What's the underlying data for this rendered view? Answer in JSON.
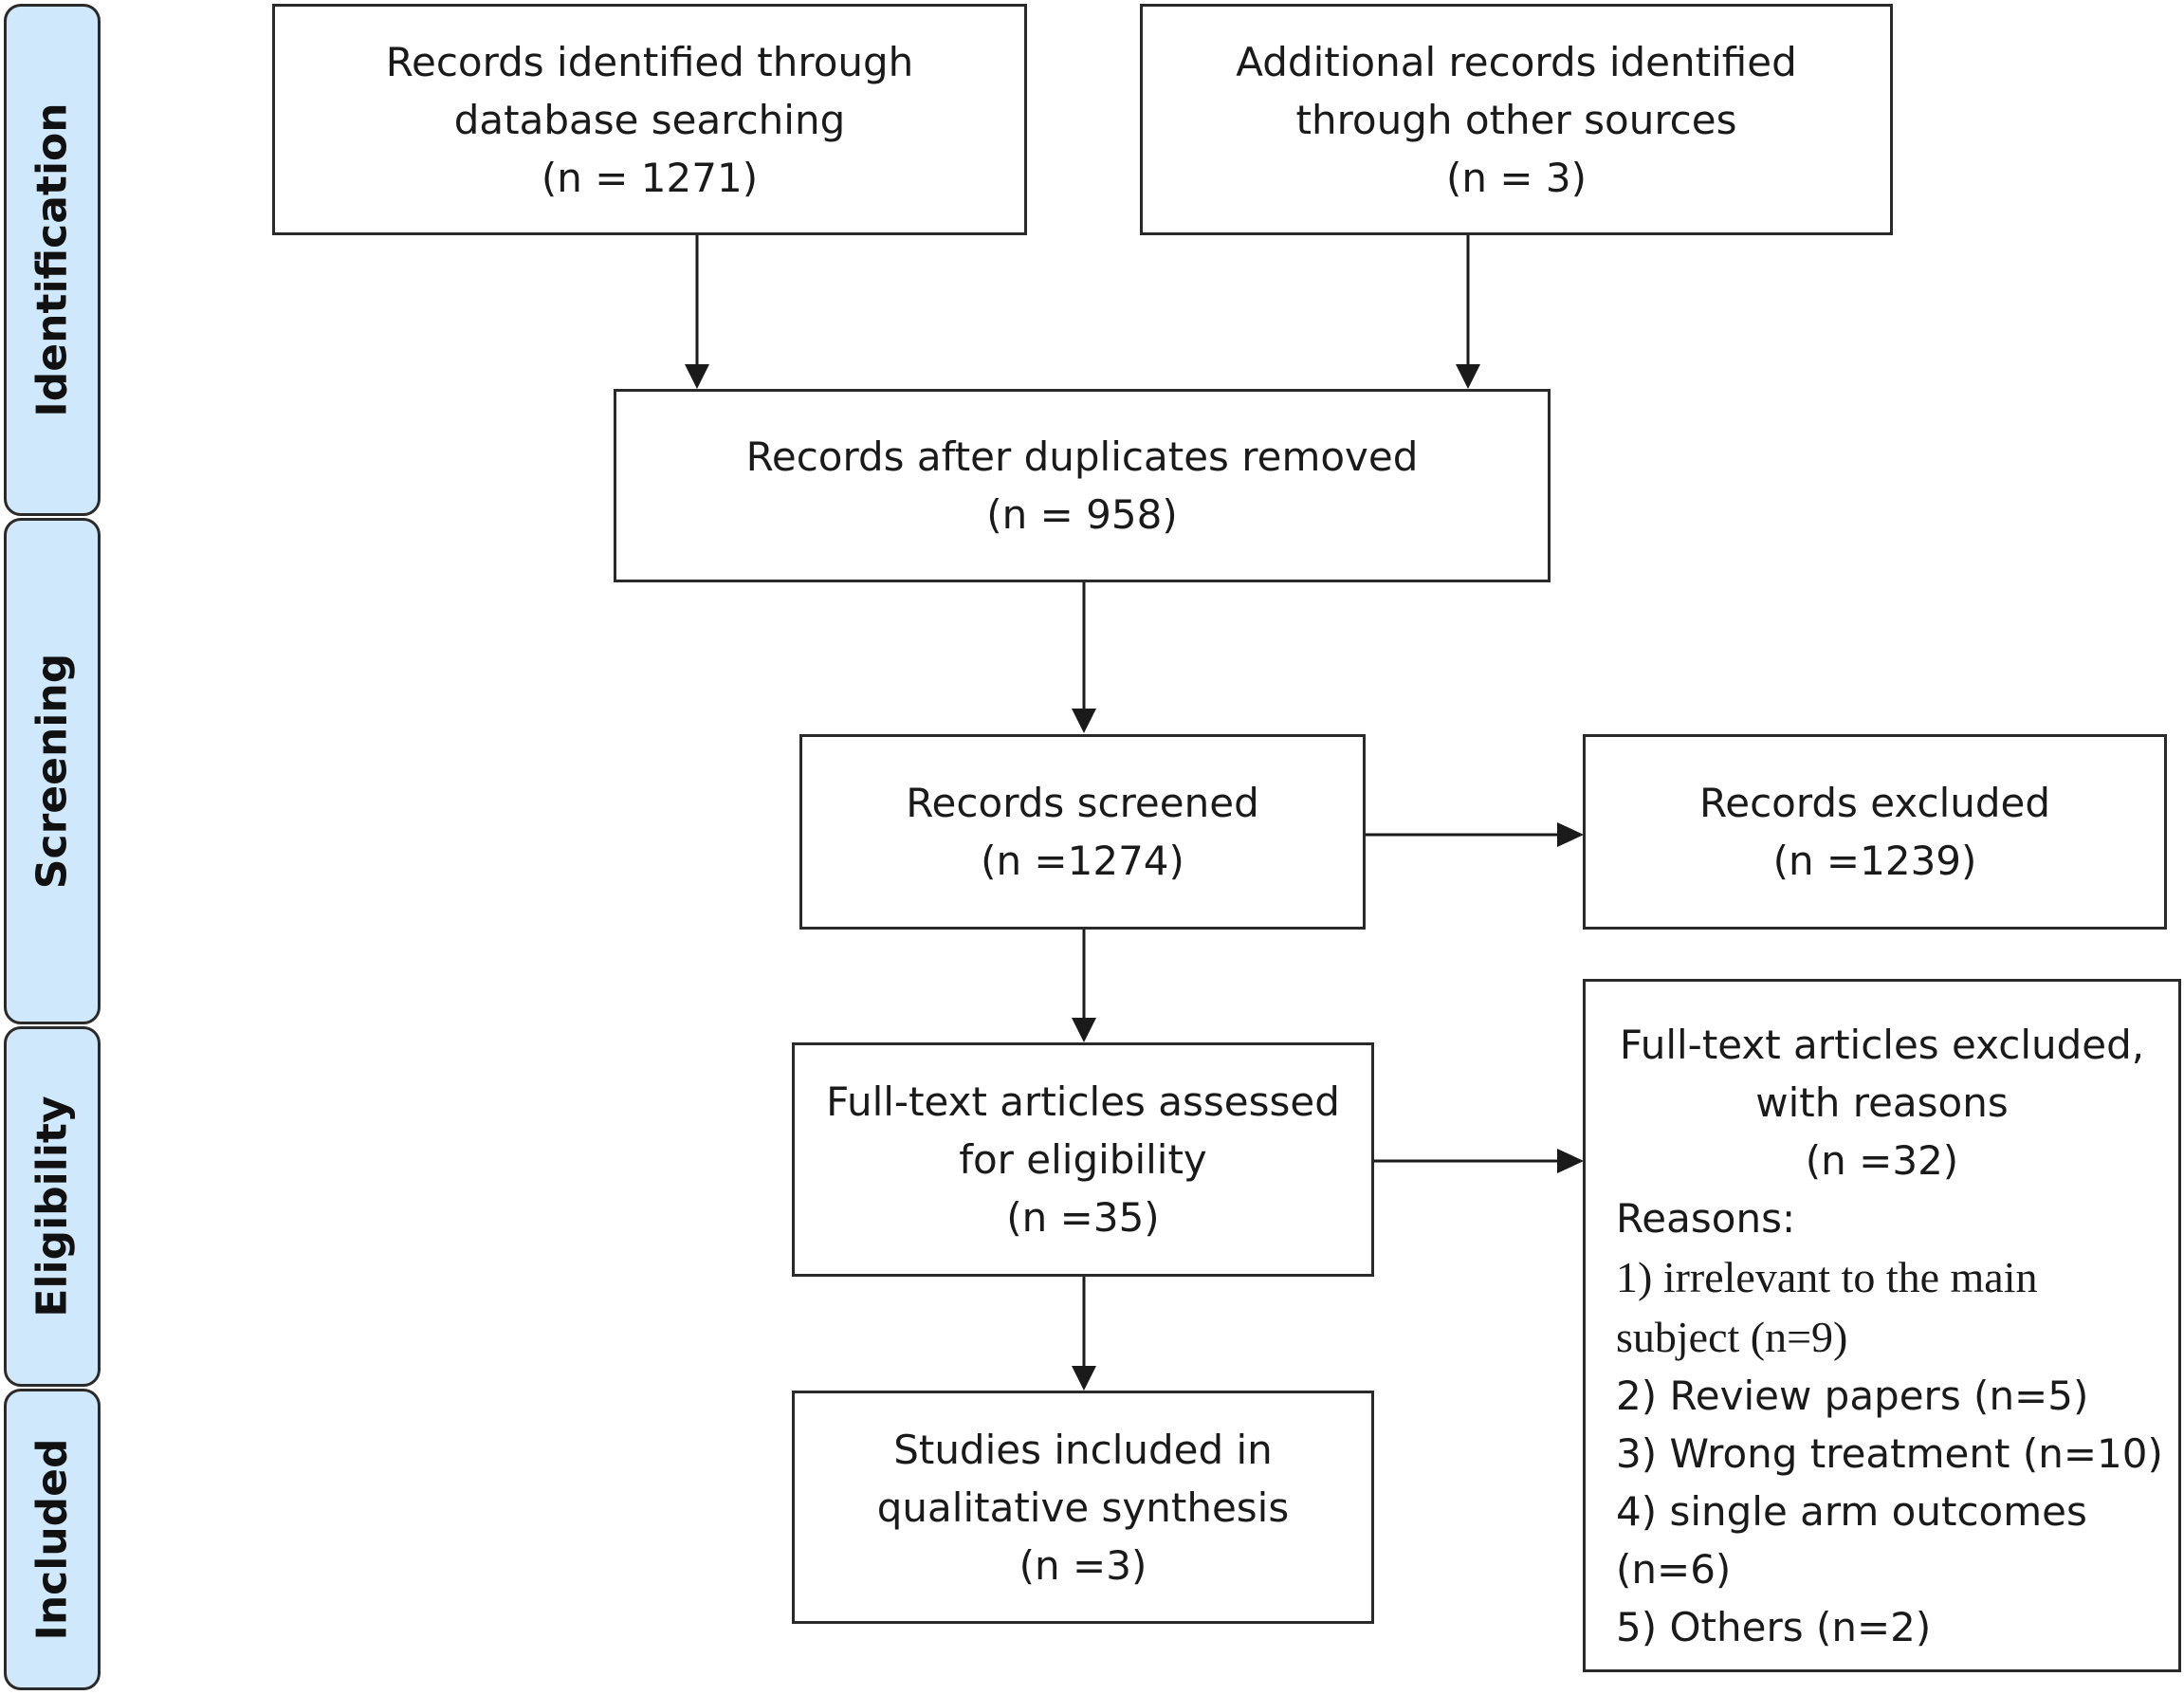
{
  "phases": {
    "identification": "Identification",
    "screening": "Screening",
    "eligibility": "Eligibility",
    "included": "Included"
  },
  "boxes": {
    "database": {
      "line1": "Records identified through",
      "line2": "database searching",
      "line3": "(n = 1271)"
    },
    "other": {
      "line1": "Additional records identified",
      "line2": "through other sources",
      "line3": "(n = 3)"
    },
    "duplicates": {
      "line1": "Records after duplicates removed",
      "line2": "(n = 958)"
    },
    "screened": {
      "line1": "Records screened",
      "line2": "(n =1274)"
    },
    "excluded": {
      "line1": "Records excluded",
      "line2": "(n =1239)"
    },
    "fulltext": {
      "line1": "Full-text articles assessed",
      "line2": "for eligibility",
      "line3": "(n =35)"
    },
    "included": {
      "line1": "Studies included in",
      "line2": "qualitative synthesis",
      "line3": "(n =3)"
    },
    "fulltext_excluded": {
      "line1": "Full-text articles excluded,",
      "line2": "with reasons",
      "line3": "(n =32)",
      "reasons_label": "Reasons:",
      "reason1a": "1) irrelevant to the main",
      "reason1b": "subject (n=9)",
      "reason2": "2) Review papers (n=5)",
      "reason3": "3) Wrong treatment (n=10)",
      "reason4a": "4) single arm outcomes",
      "reason4b": "(n=6)",
      "reason5": "5) Others (n=2)"
    }
  }
}
